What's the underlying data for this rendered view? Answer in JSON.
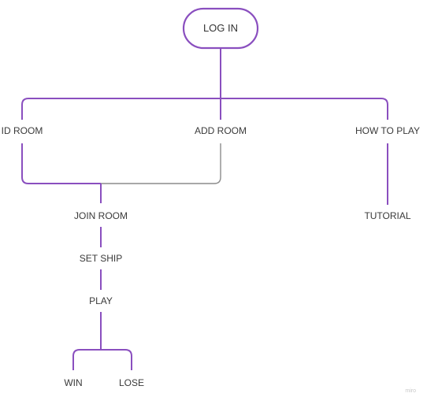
{
  "colors": {
    "accent": "#8a4fbf",
    "connector_gray": "#8c8c8c",
    "text": "#3a3a3a",
    "background": "#ffffff"
  },
  "nodes": {
    "login": "LOG IN",
    "id_room": "ID ROOM",
    "add_room": "ADD ROOM",
    "how_to_play": "HOW TO PLAY",
    "join_room": "JOIN ROOM",
    "tutorial": "TUTORIAL",
    "set_ship": "SET SHIP",
    "play": "PLAY",
    "win": "WIN",
    "lose": "LOSE"
  },
  "watermark": "miro"
}
